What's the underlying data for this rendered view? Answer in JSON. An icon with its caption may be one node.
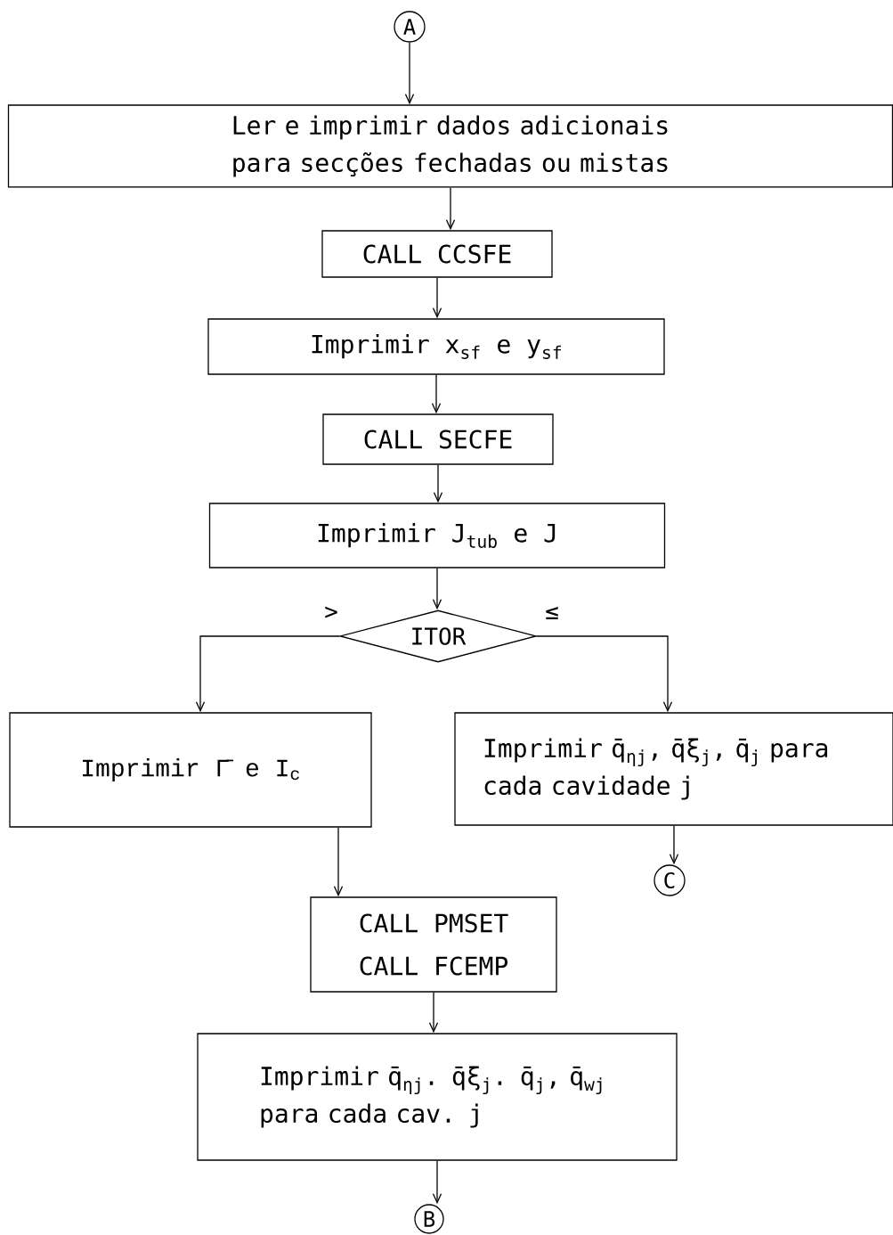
{
  "diagram": {
    "nodes": [
      {
        "text": [
          "A"
        ]
      },
      {
        "text": [
          "Ler e imprimir dados adicionais para secções fechadas ou mistas"
        ]
      },
      {
        "text": [
          "CALL CCSFE"
        ]
      },
      {
        "text": [
          "Imprimir  x$_{sf}$  e  y$_{sf}$"
        ]
      },
      {
        "text": [
          "CALL SECFE"
        ]
      },
      {
        "text": [
          "Imprimir  J$_{tub}$  e  J"
        ]
      },
      {
        "text": [
          "ITOR"
        ]
      },
      {
        "text": [
          "Imprimir  Γ̄  e  I$_{c}$"
        ]
      },
      {
        "text": [
          "Imprimir  q̄$_{ηj}$, q̄ξ$_{j}$, q̄$_{j}$ para cada cavidade  j"
        ]
      },
      {
        "text": [
          "C"
        ]
      },
      {
        "text": [
          "CALL PMSET",
          "CALL FCEMP"
        ]
      },
      {
        "text": [
          "Imprimir  q̄$_{ηj}$. q̄ξ$_{j}$. q̄$_{j}$, q̄$_{wj}$  para cada cav.  j"
        ]
      },
      {
        "text": [
          "B"
        ]
      }
    ],
    "edges": [
      {
        "from": 0,
        "to": 1,
        "arrow": "to"
      },
      {
        "from": 1,
        "to": 2,
        "arrow": "to"
      },
      {
        "from": 2,
        "to": 3,
        "arrow": "to"
      },
      {
        "from": 3,
        "to": 4,
        "arrow": "to"
      },
      {
        "from": 4,
        "to": 5,
        "arrow": "to"
      },
      {
        "from": 5,
        "to": 6,
        "arrow": "to"
      },
      {
        "from": 6,
        "to": 7,
        "arrow": "to",
        "label": ">"
      },
      {
        "from": 6,
        "to": 8,
        "arrow": "to",
        "label": "≤"
      },
      {
        "from": 8,
        "to": 9,
        "arrow": "to"
      },
      {
        "from": 7,
        "to": 10,
        "arrow": "to"
      },
      {
        "from": 10,
        "to": 11,
        "arrow": "to"
      },
      {
        "from": 11,
        "to": 12,
        "arrow": "to"
      }
    ]
  }
}
